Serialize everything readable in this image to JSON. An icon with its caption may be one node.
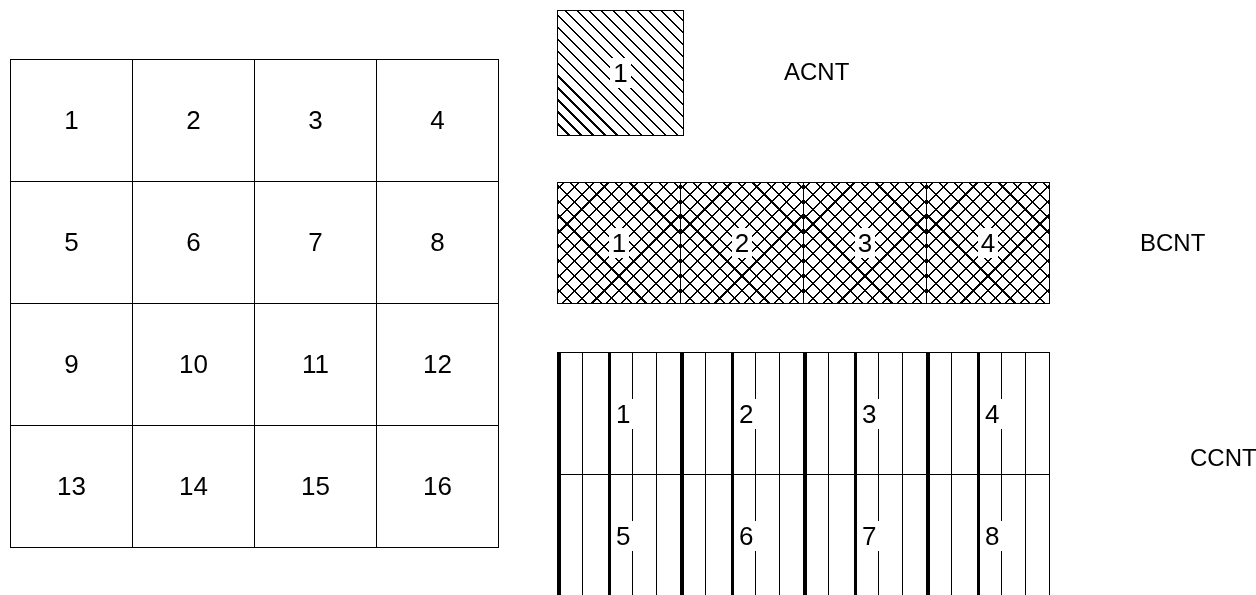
{
  "diagram": {
    "labels": [
      "1",
      "2",
      "3",
      "4",
      "5",
      "6",
      "7",
      "8",
      "9",
      "10",
      "11",
      "12",
      "13",
      "14",
      "15",
      "16",
      "1",
      "ACNT",
      "1",
      "2",
      "3",
      "4",
      "BCNT",
      "1",
      "2",
      "3",
      "4",
      "5",
      "6",
      "7",
      "8",
      "CCNT"
    ]
  }
}
